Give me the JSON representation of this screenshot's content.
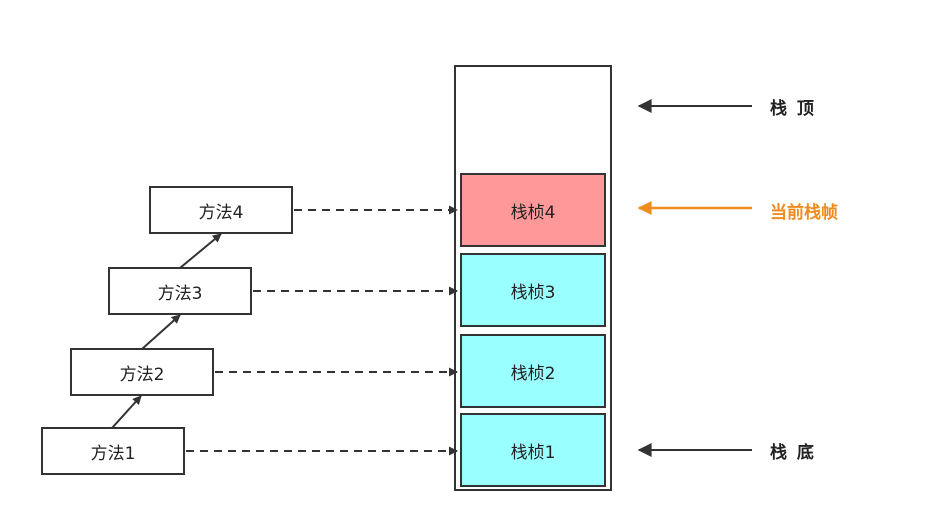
{
  "methods": [
    "方法1",
    "方法2",
    "方法3",
    "方法4"
  ],
  "frames": [
    "栈桢1",
    "栈桢2",
    "栈桢3",
    "栈桢4"
  ],
  "labels": {
    "stack_top": "栈 顶",
    "current_frame": "当前栈帧",
    "stack_bottom": "栈 底"
  },
  "colors": {
    "current_frame_fill": "#ff9999",
    "frame_fill": "#99ffff",
    "accent": "#f08c1e",
    "line": "#333333"
  }
}
